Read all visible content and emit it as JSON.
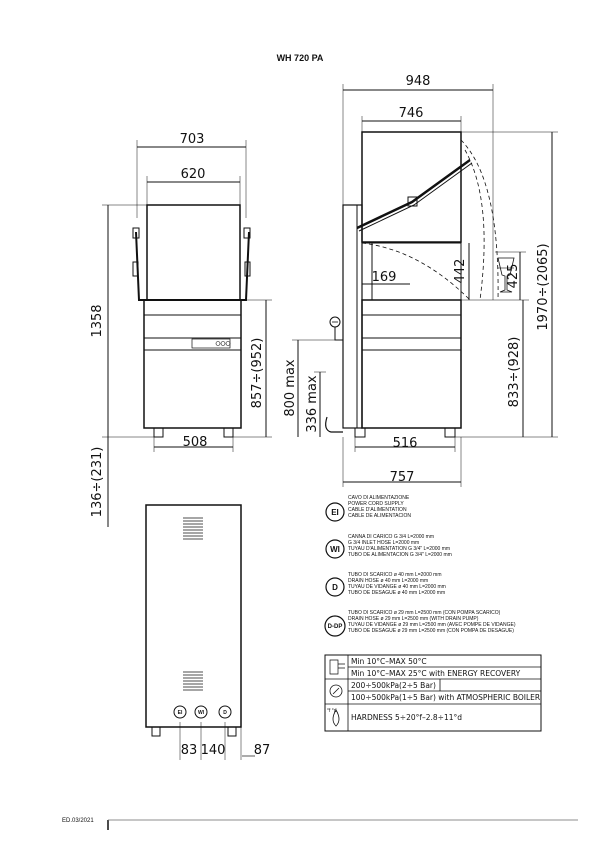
{
  "title": "WH 720 PA",
  "front_view": {
    "width_overall": "703",
    "width_hood": "620",
    "height_total": "1358",
    "height_body": "857÷(952)",
    "width_base": "508",
    "leg_height": "136÷(231)"
  },
  "side_view": {
    "depth_overall": "948",
    "depth_hood": "746",
    "height_total": "1970÷(2065)",
    "clearance_height": "442",
    "rack_depth": "169",
    "glass_height": "425",
    "body_height": "833÷(928)",
    "drain_max": "800 max",
    "inlet_max": "336 max",
    "depth_base": "516",
    "depth_body": "757"
  },
  "back_view": {
    "dist_1": "83",
    "dist_2": "140",
    "dist_3": "87",
    "labels": [
      "EI",
      "WI",
      "D"
    ]
  },
  "legend": [
    {
      "code": "EI",
      "lines": [
        "CAVO DI ALIMENTAZIONE",
        "POWER CORD SUPPLY",
        "CABLE D'ALIMENTATION",
        "CABLE DE ALIMENTACION"
      ]
    },
    {
      "code": "WI",
      "lines": [
        "CANNA DI CARICO G 3/4 L=2000 mm",
        "G 3/4 INLET HOSE L=2000 mm",
        "TUYAU D'ALIMENTATION G 3/4\" L=2000 mm",
        "TUBO DE ALIMENTACION G 3/4\" L=2000 mm"
      ]
    },
    {
      "code": "D",
      "lines": [
        "TUBO DI SCARICO ø 40 mm L=2000 mm",
        "DRAIN HOSE ø 40 mm L=2000 mm",
        "TUYAU DE VIDANGE ø 40 mm L=2000 mm",
        "TUBO DE DESAGUE ø 40 mm L=2000 mm"
      ]
    },
    {
      "code": "D-DP",
      "lines": [
        "TUBO DI SCARICO ø 29 mm L=2500 mm (CON POMPA SCARICO)",
        "DRAIN HOSE ø 29 mm L=2500 mm (WITH DRAIN PUMP)",
        "TUYAU DE VIDANGE ø 29 mm L=2500 mm (AVEC POMPE DE VIDANGE)",
        "TUBO DE DESAGUE ø 29 mm L=2500 mm (CON POMPA DE DESAGUE)"
      ]
    }
  ],
  "specs": {
    "temp_1": "Min 10°C–MAX 50°C",
    "temp_2": "Min 10°C–MAX 25°C with ENERGY RECOVERY",
    "pressure_1": "200÷500kPa(2÷5 Bar)",
    "pressure_2": "100÷500kPa(1÷5 Bar) with ATMOSPHERIC BOILER",
    "hardness": "HARDNESS 5÷20°f–2.8÷11°d",
    "hardness_icon": "°f °d"
  },
  "footer": "ED.03/2021"
}
